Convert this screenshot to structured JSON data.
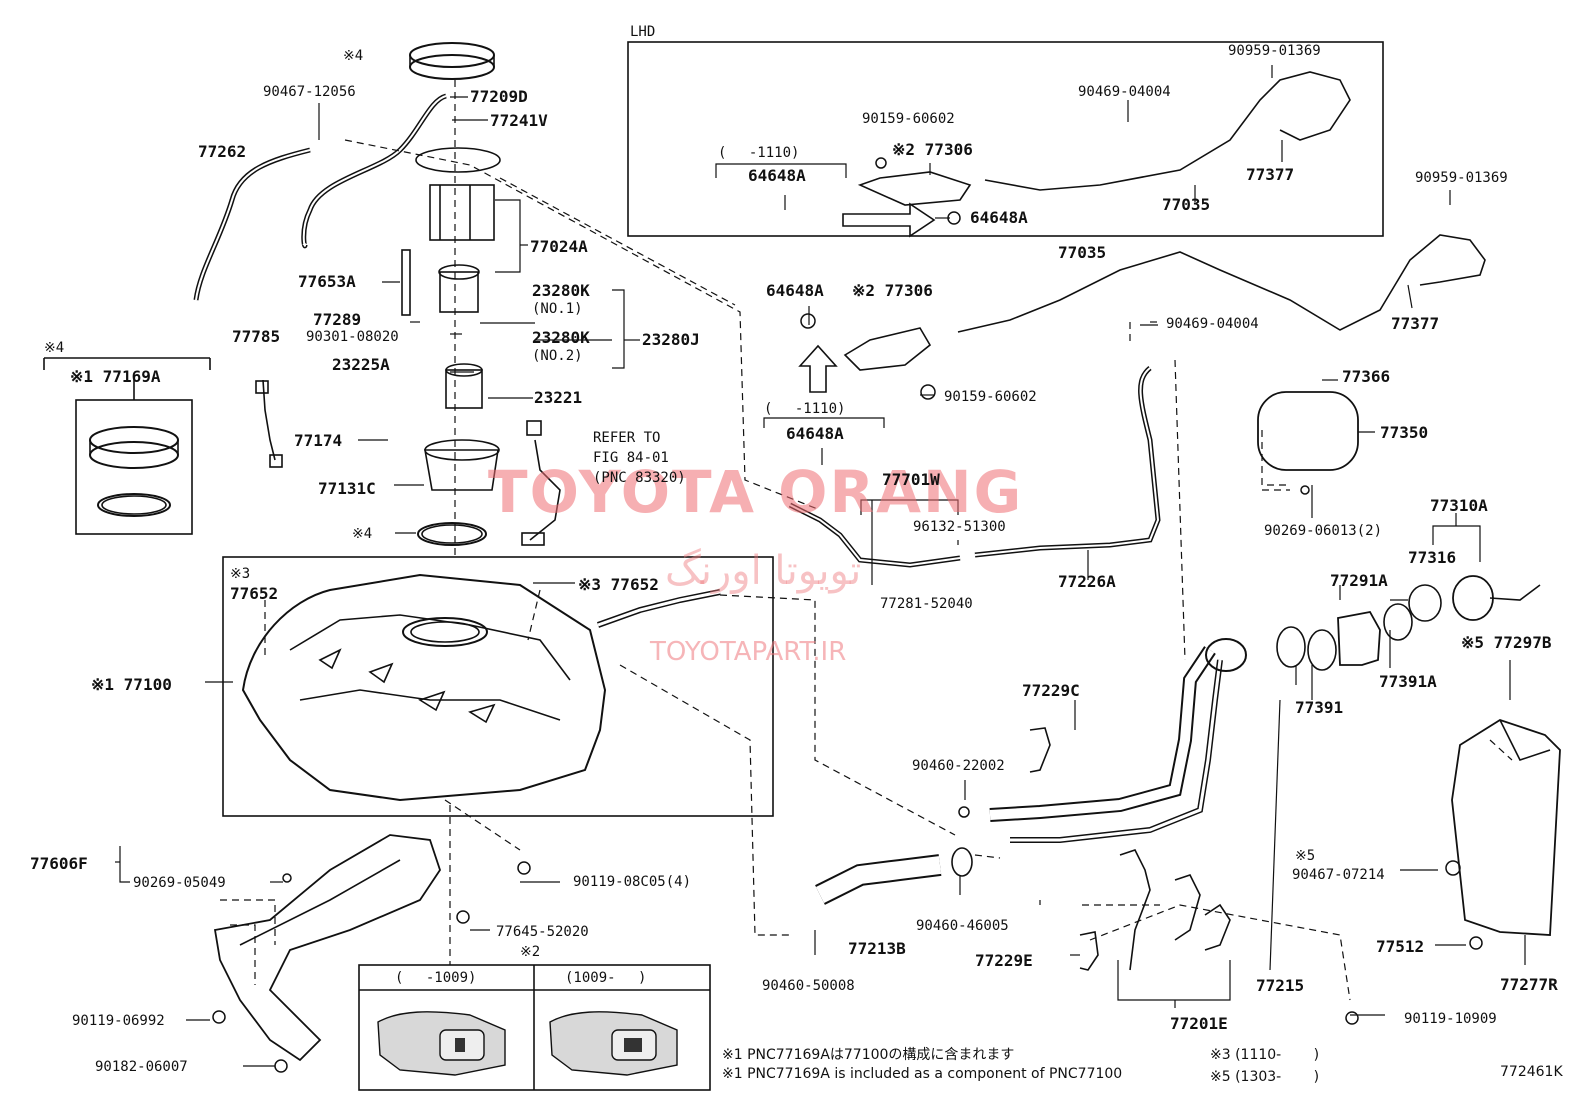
{
  "watermark": {
    "main": "TOYOTA ORANG",
    "farsi": "تویوتا اورنگ",
    "site": "TOYOTAPART.IR"
  },
  "lhd_label": "LHD",
  "parts": {
    "p1": "※4",
    "p2": "90467-12056",
    "p3": "77209D",
    "p4": "77241V",
    "p5": "77262",
    "p6": "77024A",
    "p7": "77653A",
    "p8": "77289",
    "p9": "23280K",
    "p10": "(NO.1)",
    "p11": "90301-08020",
    "p12": "23280K",
    "p13": "23280J",
    "p14": "(NO.2)",
    "p15": "23225A",
    "p16": "23221",
    "p17": "77785",
    "p18": "※4",
    "p19": "※1 77169A",
    "p20": "REFER TO",
    "p21": "FIG 84-01",
    "p22": "(PNC 83320)",
    "p23": "77174",
    "p24": "77131C",
    "p25": "※4",
    "p26": "※3",
    "p27": "77652",
    "p28": "※3 77652",
    "p29": "※1 77100",
    "p30": "77606F",
    "p31": "90269-05049",
    "p32": "90119-08C05(4)",
    "p33": "77645-52020",
    "p34": "90119-06992",
    "p35": "90182-06007",
    "p36": "(　 -1110)",
    "p37": "64648A",
    "p38": "90159-60602",
    "p39": "※2 77306",
    "p40": "64648A",
    "p41": "90469-04004",
    "p42": "90959-01369",
    "p43": "77035",
    "p44": "77377",
    "p45": "90959-01369",
    "p46": "64648A",
    "p47": "※2 77306",
    "p48": "77035",
    "p49": "90469-04004",
    "p50": "77377",
    "p51": "90159-60602",
    "p52": "(　 -1110)",
    "p53": "64648A",
    "p54": "77701W",
    "p55": "96132-51300",
    "p56": "77281-52040",
    "p57": "77226A",
    "p58": "77366",
    "p59": "77350",
    "p60": "90269-06013(2)",
    "p61": "77310A",
    "p62": "77316",
    "p63": "77291A",
    "p64": "※5 77297B",
    "p65": "77391",
    "p66": "77391A",
    "p67": "77229C",
    "p68": "90460-22002",
    "p69": "90460-46005",
    "p70": "77213B",
    "p71": "77229E",
    "p72": "90460-50008",
    "p73": "77215",
    "p74": "77201E",
    "p75": "※5",
    "p76": "90467-07214",
    "p77": "77512",
    "p78": "77277R",
    "p79": "90119-10909",
    "p80": "※2",
    "p81": "(　 -1009)",
    "p82": "(1009-　 )"
  },
  "notes": {
    "n1": "※1 PNC77169Aは77100の構成に含まれます",
    "n2": "※1 PNC77169A is included as a component of PNC77100",
    "n3": "※3 (1110-　　 )",
    "n4": "※5 (1303-　　 )",
    "code": "772461K"
  }
}
